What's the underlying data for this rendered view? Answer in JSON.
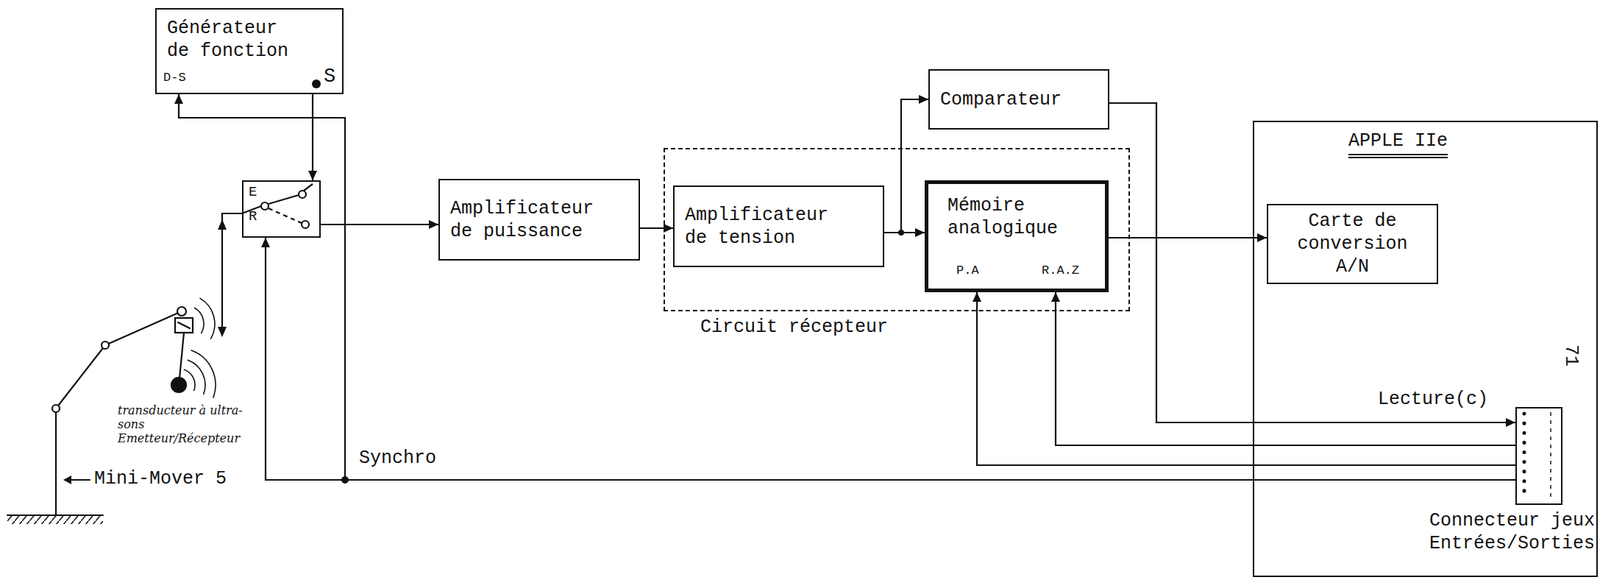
{
  "diagram": {
    "nodes": [
      {
        "text": [
          "Générateur de fonction"
        ]
      },
      {
        "text": [
          "E",
          "R"
        ]
      },
      {
        "text": [
          "Amplificateur de puissance"
        ]
      },
      {
        "text": [
          "Circuit récepteur"
        ]
      },
      {
        "text": [
          "Amplificateur de tension"
        ],
        "in": 3
      },
      {
        "text": [
          "Mémoire analogique"
        ],
        "in": 3
      },
      {
        "text": [
          "Comparateur"
        ]
      },
      {
        "text": [
          "APPLE IIe"
        ]
      },
      {
        "text": [
          "Carte de conversion A/N"
        ],
        "in": 7
      },
      {
        "text": [
          "Connecteur jeux Entrées/Sorties"
        ],
        "in": 7
      }
    ],
    "edges": [
      {
        "from": 0,
        "to": 1,
        "arrow": "to"
      },
      {
        "from": 1,
        "to": 2,
        "arrow": "to"
      },
      {
        "from": 2,
        "to": 4,
        "arrow": "to"
      },
      {
        "from": 4,
        "to": 5,
        "arrow": "to"
      },
      {
        "from": 4,
        "to": 6,
        "arrow": "to"
      },
      {
        "from": 5,
        "to": 8,
        "arrow": "to"
      },
      {
        "from": 6,
        "to": 9,
        "arrow": "to"
      },
      {
        "from": 9,
        "to": 5,
        "arrow": "to"
      },
      {
        "from": 9,
        "to": 5,
        "arrow": "to"
      },
      {
        "from": 9,
        "to": 1,
        "arrow": "to"
      },
      {
        "from": 9,
        "to": 0,
        "arrow": "to"
      }
    ],
    "labels": [
      "D-S",
      "S",
      "P.A",
      "R.A.Z",
      "Lecture(c)",
      "Synchro",
      "Mini-Mover 5",
      "transducteur à ultra-sons Emetteur/Récepteur",
      "71"
    ]
  }
}
